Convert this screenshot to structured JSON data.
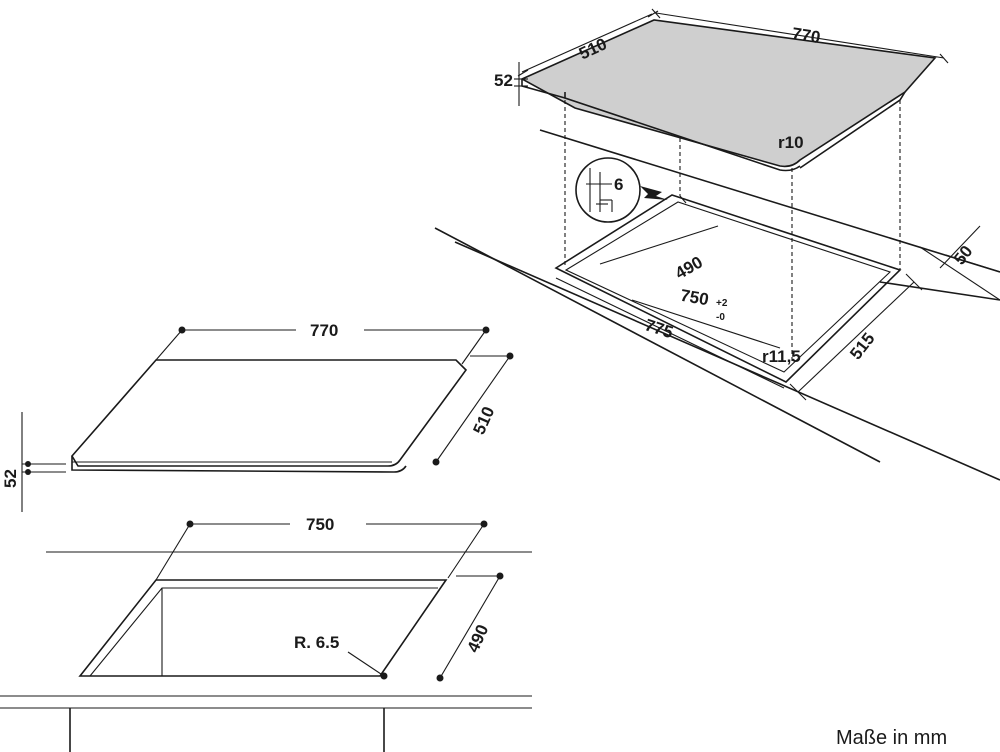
{
  "dimensions": {
    "hob_top_view": {
      "width": "770",
      "depth": "510",
      "height": "52",
      "corner_radius": "r10"
    },
    "cutout_top_view": {
      "depth": "490",
      "width_base": "750",
      "width_tolerance_plus": "+2",
      "width_tolerance_minus": "-0",
      "outer_width": "775",
      "outer_depth": "515",
      "corner_radius": "r11,5",
      "worktop_offset": "50",
      "edge_detail": "6"
    },
    "hob_side_view": {
      "width": "770",
      "depth": "510",
      "height": "52"
    },
    "cutout_side_view": {
      "width": "750",
      "depth": "490",
      "corner_radius": "R. 6.5"
    }
  },
  "units_note": "Maße in mm"
}
